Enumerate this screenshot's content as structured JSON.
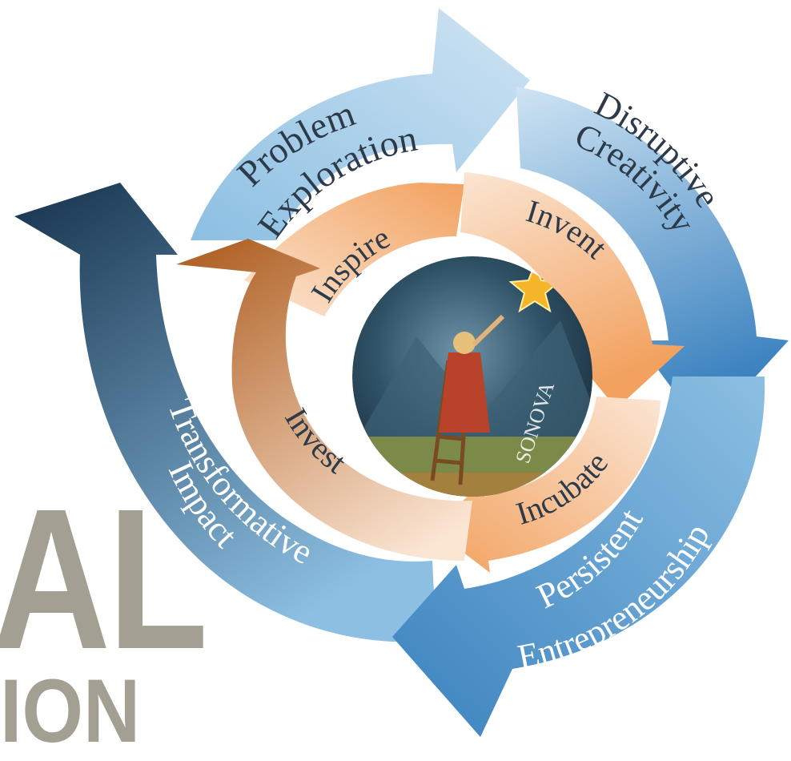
{
  "colors": {
    "bg_text": "#a49f93",
    "outer_light": "#cfe4f3",
    "outer_mid": "#8cbfe2",
    "outer_blue": "#3b82bf",
    "outer_dark": "#16324d",
    "inner_light": "#fbe6d4",
    "inner_orange": "#f2a15e",
    "inner_dark": "#b2652a",
    "label_dark": "#2c3a4a",
    "label_light": "#ffffff"
  },
  "background_text": {
    "line1": "AL",
    "line2": "ION"
  },
  "outer_cycle": {
    "problem_exploration": {
      "line1": "Problem",
      "line2": "Exploration"
    },
    "disruptive_creativity": {
      "line1": "Disruptive",
      "line2": "Creativity"
    },
    "persistent_entrepreneurship": {
      "line1": "Persistent",
      "line2": "Entrepreneurship"
    },
    "transformative_impact": {
      "line1": "Transformative",
      "line2": "Impact"
    }
  },
  "inner_cycle": {
    "inspire": "Inspire",
    "invent": "Invent",
    "incubate": "Incubate",
    "invest": "Invest"
  },
  "center_image": {
    "description_icon": "girl-on-ladder-reaching-star",
    "watermark": "SONOVA"
  }
}
